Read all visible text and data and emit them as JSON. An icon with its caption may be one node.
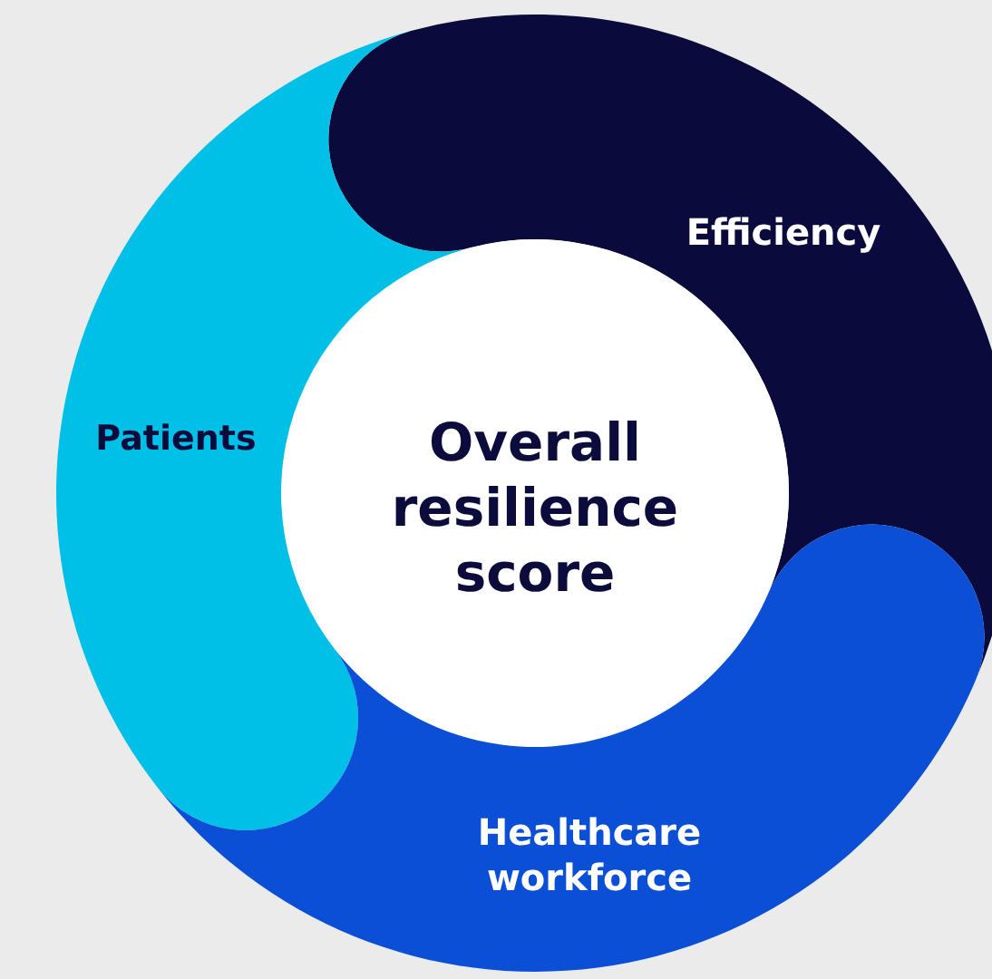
{
  "diagram": {
    "nodes": [
      {
        "text": [
          "Efficiency"
        ]
      },
      {
        "text": [
          "Overall resilience score"
        ]
      },
      {
        "text": [
          "Patients"
        ]
      },
      {
        "text": [
          "Healthcare workforce"
        ]
      }
    ]
  }
}
